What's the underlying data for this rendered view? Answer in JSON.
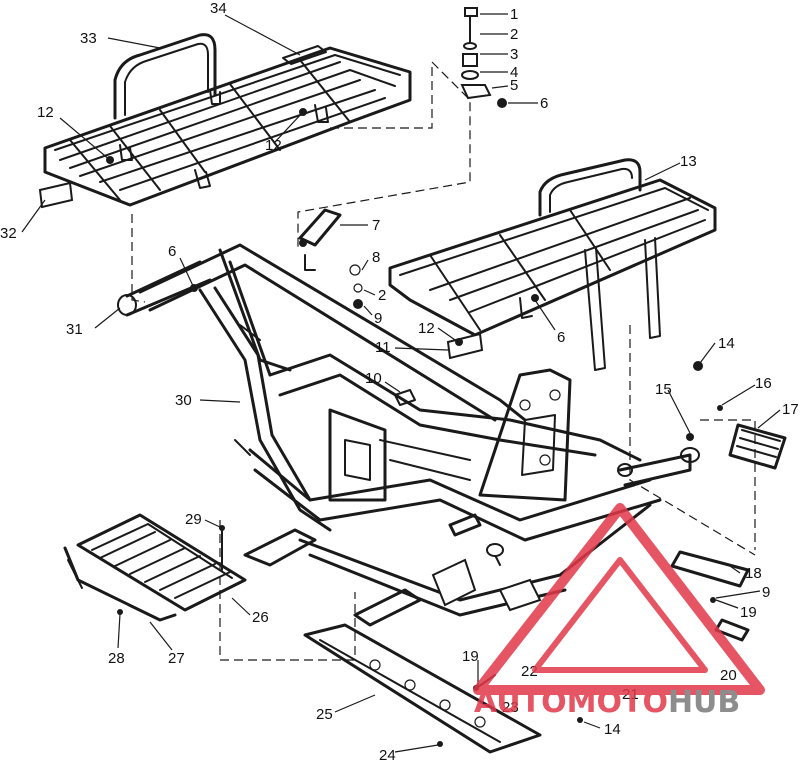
{
  "callouts": {
    "n1": "1",
    "n2a": "2",
    "n3": "3",
    "n4": "4",
    "n5": "5",
    "n6a": "6",
    "n7": "7",
    "n8": "8",
    "n2b": "2",
    "n9a": "9",
    "n33": "33",
    "n34": "34",
    "n12a": "12",
    "n12b": "12",
    "n32": "32",
    "n6b": "6",
    "n31": "31",
    "n13": "13",
    "n12c": "12",
    "n11": "11",
    "n6c": "6",
    "n14a": "14",
    "n10": "10",
    "n30": "30",
    "n15": "15",
    "n16": "16",
    "n17": "17",
    "n29": "29",
    "n26": "26",
    "n28": "28",
    "n27": "27",
    "n18": "18",
    "n9b": "9",
    "n19a": "19",
    "n19b": "19",
    "n22": "22",
    "n20": "20",
    "n21": "21",
    "n23": "23",
    "n25": "25",
    "n24": "24",
    "n14b": "14"
  },
  "watermark": {
    "part1": "AUTOMOTO",
    "part2": "HUB",
    "colors": {
      "red": "#e2384a",
      "gray": "#7a7a7a"
    }
  }
}
